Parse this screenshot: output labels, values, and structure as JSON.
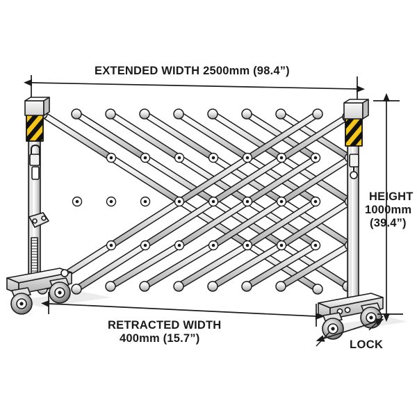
{
  "diagram": {
    "title": "Expandable barricade gate dimension drawing",
    "colors": {
      "line": "#1a1a1a",
      "metal_light": "#ffffff",
      "metal_mid": "#d8d8d8",
      "metal_dark": "#a8a8a8",
      "hazard_yellow": "#f5c518",
      "hazard_black": "#111111",
      "shadow": "#d9d9d9",
      "background": "#ffffff"
    },
    "dimensions": {
      "extended_width": {
        "label": "EXTENDED WIDTH",
        "value": "2500mm",
        "imperial": "(98.4”)",
        "full": "EXTENDED WIDTH  2500mm (98.4”)",
        "orientation": "horizontal-top",
        "arrow_style": "double-headed"
      },
      "height": {
        "label": "HEIGHT",
        "value": "1000mm",
        "imperial": "(39.4”)",
        "line1": "HEIGHT",
        "line2": "1000mm",
        "line3": "(39.4”)",
        "orientation": "vertical-right",
        "arrow_style": "double-headed"
      },
      "retracted_width": {
        "label": "RETRACTED WIDTH",
        "value": "400mm",
        "imperial": "(15.7”)",
        "line1": "RETRACTED WIDTH",
        "line2": "400mm (15.7”)",
        "orientation": "horizontal-bottom",
        "arrow_style": "double-headed"
      },
      "lock": {
        "label": "LOCK",
        "orientation": "diagonal-bottom-right",
        "arrow_style": "double-headed"
      }
    },
    "parts": {
      "left_post": "left-upright-post",
      "right_post": "right-upright-post",
      "lattice": "scissor-lattice-trellis",
      "left_base": "left-wheeled-foot",
      "right_base": "right-wheeled-foot",
      "hazard_band": "yellow-black-hazard-band",
      "caster": "swivel-caster-wheel",
      "latch": "post-latch-clasp"
    }
  }
}
